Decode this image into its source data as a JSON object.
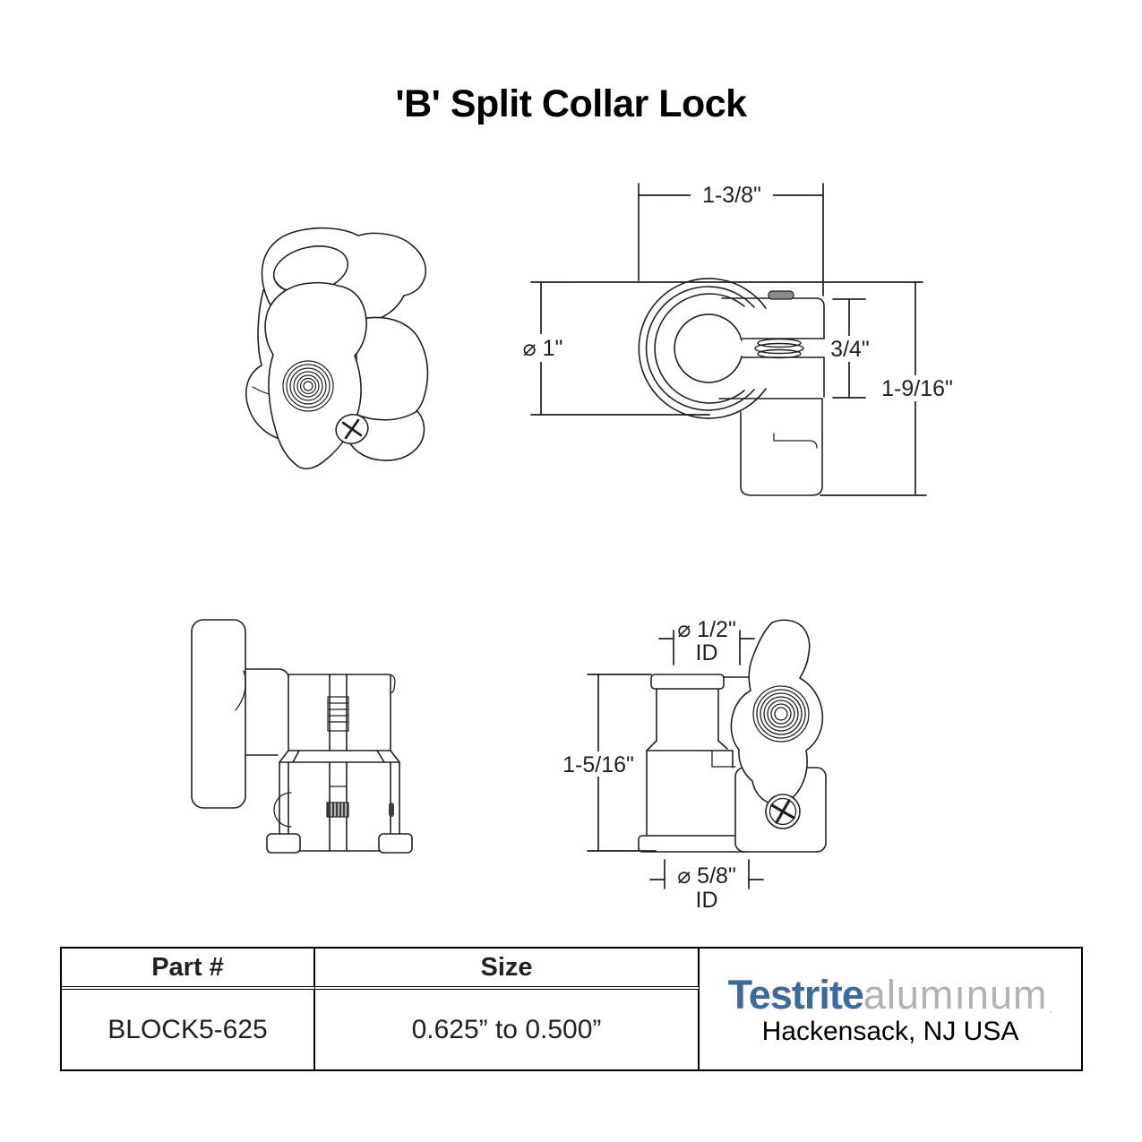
{
  "title": "'B' Split Collar Lock",
  "drawing": {
    "line_color": "#231f20",
    "views": {
      "side_dimensioned": {
        "width": "1-3/8\"",
        "outer_diameter": "⌀ 1\"",
        "clamp_height": "3/4\"",
        "overall_height": "1-9/16\""
      },
      "elevation_dimensioned": {
        "top_inner_diameter": "⌀ 1/2\"",
        "top_inner_diameter_label": "ID",
        "overall_height": "1-5/16\"",
        "bottom_inner_diameter": "⌀ 5/8\"",
        "bottom_inner_diameter_label": "ID"
      }
    }
  },
  "table": {
    "headers": {
      "part": "Part #",
      "size": "Size"
    },
    "row": {
      "part": "BLOCK5-625",
      "size": "0.625” to 0.500”"
    }
  },
  "brand": {
    "name_primary": "Testrite",
    "name_secondary": "alumınum",
    "mark": ".",
    "location": "Hackensack, NJ USA",
    "colors": {
      "primary": "#3a6b9e",
      "secondary": "#b2b2b2"
    }
  }
}
